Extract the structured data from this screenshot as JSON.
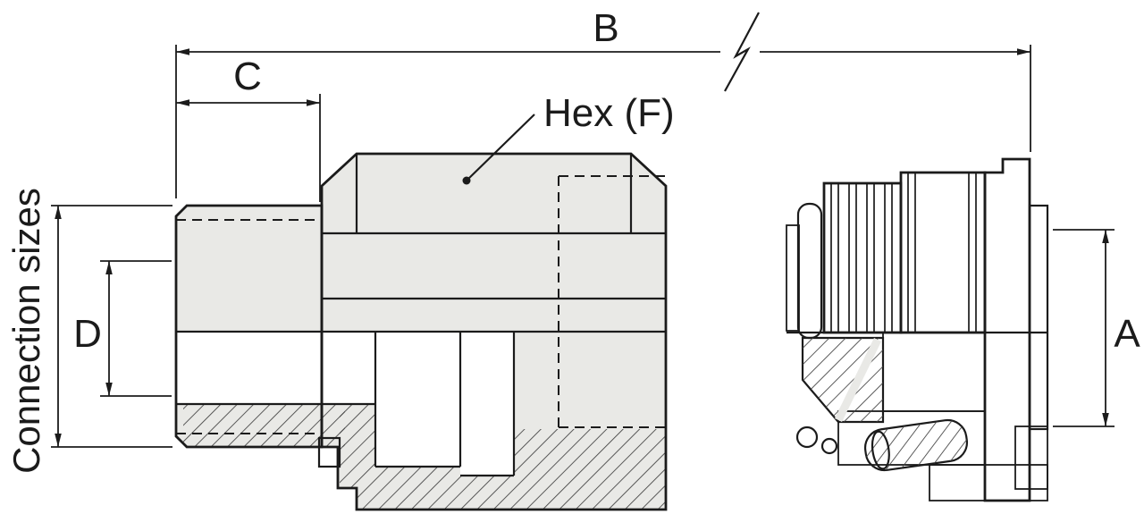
{
  "drawing": {
    "background": "#ffffff",
    "line_color": "#1b1b1b",
    "fill_light": "#e9e9e6",
    "fill_mid": "#d8d8d5",
    "fill_dark": "#8f8f8f",
    "hatch_color": "#3f3f3f",
    "labels": {
      "connection_sizes": "Connection sizes",
      "dim_b": "B",
      "dim_c": "C",
      "dim_d": "D",
      "dim_a": "A",
      "hex_callout": "Hex (F)"
    }
  }
}
